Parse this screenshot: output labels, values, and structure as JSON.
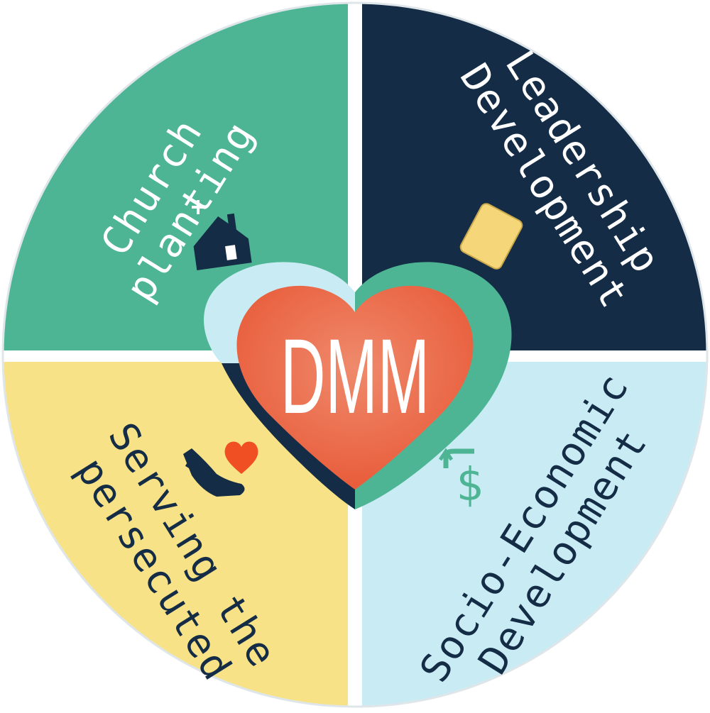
{
  "center": {
    "label": "DMM",
    "heart_color": "#e85c3a",
    "heart_inner_highlight": "#ef8a6c",
    "border_left_top": "#c9ecf4",
    "border_right": "#4eb594",
    "border_left_bottom": "#142c45"
  },
  "quadrants": {
    "top_left": {
      "line1": "Church",
      "line2": "planting",
      "color": "#4eb594",
      "text_color": "#ffffff",
      "icon": "church-icon"
    },
    "top_right": {
      "line1": "Leadership",
      "line2": "Development",
      "color": "#142c45",
      "text_color": "#ffffff",
      "icon": "book-icon"
    },
    "bottom_left": {
      "line1": "Serving the",
      "line2": "persecuted",
      "color": "#f8e287",
      "text_color": "#142c45",
      "icon": "hand-heart-icon"
    },
    "bottom_right": {
      "line1": "Socio-Economic",
      "line2": "Development",
      "color": "#c9ecf4",
      "text_color": "#142c45",
      "icon": "dollar-growth-icon"
    }
  },
  "divider_color": "#ffffff"
}
